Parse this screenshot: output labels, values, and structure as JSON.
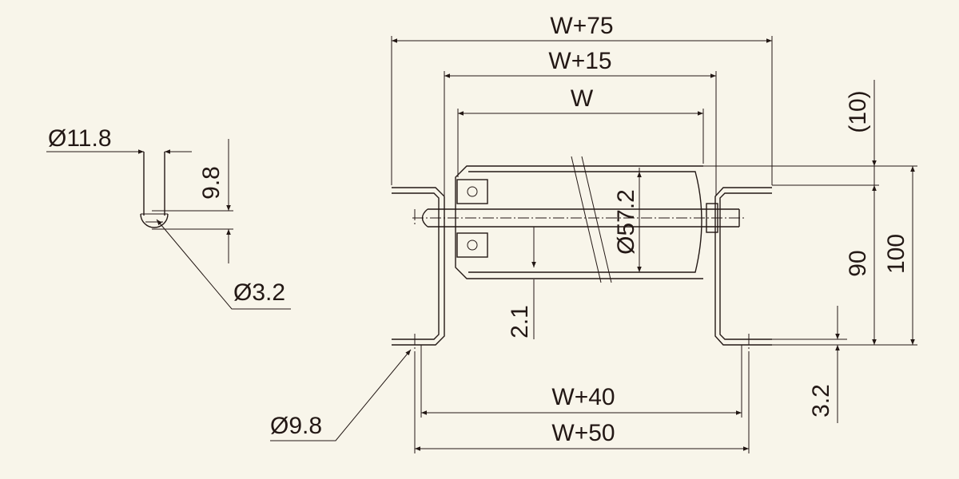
{
  "dimensions": {
    "overall_w75": "W+75",
    "frame_w15": "W+15",
    "roller_w": "W",
    "mount_w40": "W+40",
    "mount_w50": "W+50",
    "roller_dia": "Ø57.2",
    "shaft_offset": "2.1",
    "height_90": "90",
    "height_100": "100",
    "top_offset": "(10)",
    "bottom_thickness": "3.2",
    "mount_hole_dia": "Ø9.8",
    "shaft_dia": "Ø11.8",
    "shaft_flat": "9.8",
    "shaft_hole_dia": "Ø3.2"
  }
}
